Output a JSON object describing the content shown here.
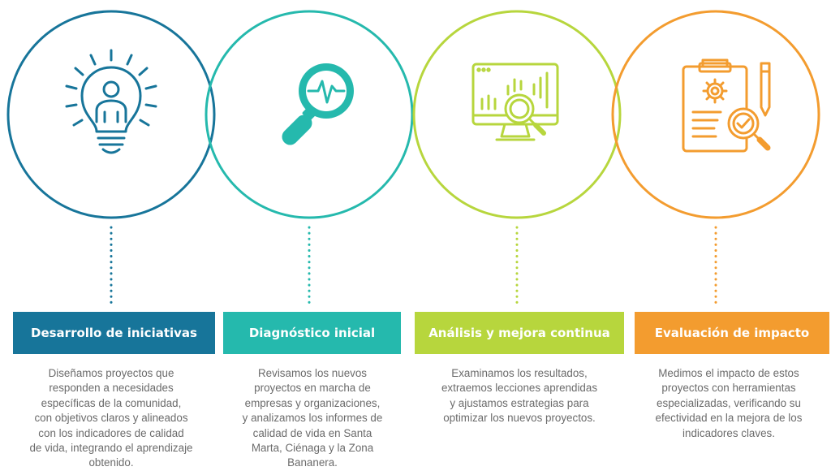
{
  "colors": {
    "step1": "#17759a",
    "step2": "#25b9ad",
    "step3": "#b7d63d",
    "step4": "#f39c2f",
    "text": "#6b6b6b"
  },
  "steps": [
    {
      "title": "Desarrollo de iniciativas",
      "icon": "lightbulb-person-icon",
      "lines": [
        "Diseñamos proyectos que",
        "responden a necesidades",
        "específicas de la comunidad,",
        "con objetivos claros y alineados",
        "con los indicadores de calidad",
        "de vida, integrando el aprendizaje",
        "obtenido."
      ]
    },
    {
      "title": "Diagnóstico inicial",
      "icon": "magnifier-pulse-icon",
      "lines": [
        "Revisamos los nuevos",
        "proyectos en marcha de",
        "empresas y organizaciones,",
        "y analizamos los informes de",
        "calidad de vida en Santa",
        "Marta, Ciénaga y la Zona",
        "Bananera."
      ]
    },
    {
      "title": "Análisis y mejora continua",
      "icon": "monitor-chart-magnifier-icon",
      "lines": [
        "Examinamos los resultados,",
        "extraemos lecciones aprendidas",
        "y ajustamos estrategias para",
        "optimizar los nuevos proyectos."
      ]
    },
    {
      "title": "Evaluación de impacto",
      "icon": "clipboard-gear-check-icon",
      "lines": [
        "Medimos el impacto de estos",
        "proyectos con herramientas",
        "especializadas, verificando su",
        "efectividad en la mejora de los",
        "indicadores claves."
      ]
    }
  ]
}
